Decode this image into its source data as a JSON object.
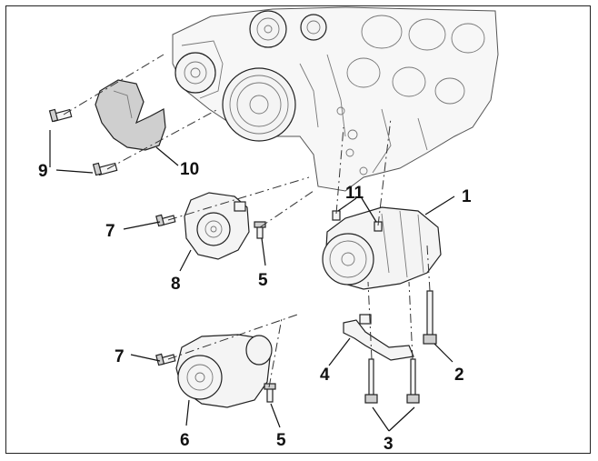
{
  "diagram": {
    "callouts": {
      "c1": "1",
      "c2": "2",
      "c3": "3",
      "c4": "4",
      "c5a": "5",
      "c5b": "5",
      "c6": "6",
      "c7a": "7",
      "c7b": "7",
      "c8": "8",
      "c9": "9",
      "c10": "10",
      "c11": "11"
    }
  }
}
